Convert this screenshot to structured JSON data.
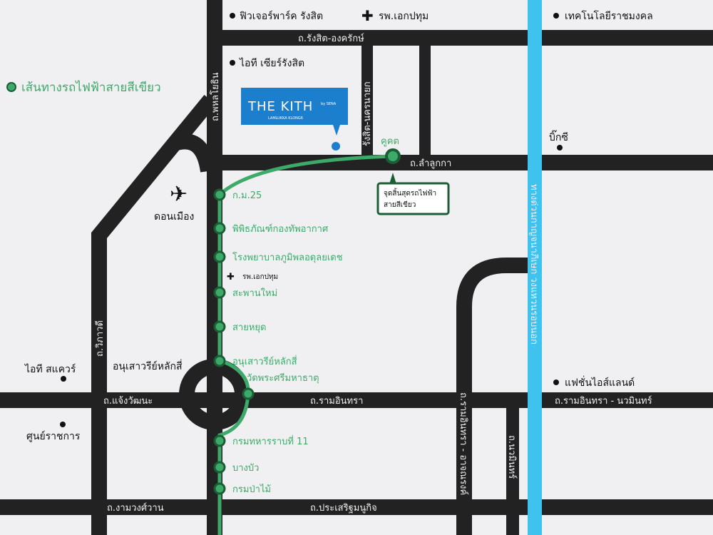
{
  "colors": {
    "background": "#f0f0f2",
    "road": "#222222",
    "expressway": "#3ec3ee",
    "green_line": "#3daa6a",
    "brand": "#1b7fce"
  },
  "legend": {
    "label": "เส้นทางรถไฟฟ้าสายสีเขียว"
  },
  "brand": {
    "logo_main": "THE KITH",
    "logo_by": "by SENA",
    "logo_sub": "LAMLUKKA KLONG6"
  },
  "roads": {
    "rangsit_ongkharak": "ถ.รังสิต-องครักษ์",
    "phahonyothin": "ถ.พหลโยธิน",
    "rangsit_nakhonnayok": "รังสิต-นครนายก",
    "lamlukka": "ถ.ลำลูกกา",
    "vibhavadi": "ถ.วิภาวดี",
    "chaengwattana": "ถ.แจ้งวัฒนะ",
    "ramintra": "ถ.รามอินทรา",
    "ramintra_nawamin": "ถ.รามอินทรา - นวมินทร์",
    "ngamwongwan": "ถ.งามวงศ์วาน",
    "prasertmanukit": "ถ.ประเสริฐมนูกิจ",
    "ramintra_artnarong": "ถ.รามอินทรา - อาจณรงค์",
    "nawamin": "ถ.นวมินทร์",
    "expressway": "ทางด่วนกาญจนาภิเษก วงแหวนรอบนอก"
  },
  "pois": {
    "future_park": "ฟิวเจอร์พาร์ค รังสิต",
    "hospital_top": "รพ.เอกปทุม",
    "it_zeer": "ไอที เซียร์รังสิต",
    "rmutt": "เทคโนโลยีราชมงคล",
    "bigc": "บิ๊กซี",
    "don_mueang": "ดอนเมือง",
    "hospital_mid": "รพ.เอกปทุม",
    "it_square": "ไอที สแควร์",
    "lak_si_monument": "อนุเสาวรีย์หลักสี่",
    "government_center": "ศูนย์ราชการ",
    "fashion_island": "แฟชั่นไอส์แลนด์"
  },
  "terminus": {
    "station": "คูคต",
    "callout": [
      "จุดสิ้นสุดรถไฟฟ้า",
      "สายสีเขียว"
    ]
  },
  "stations": [
    "ก.ม.25",
    "พิพิธภัณฑ์กองทัพอากาศ",
    "โรงพยาบาลภูมิพลอดุลยเดช",
    "สะพานใหม่",
    "สายหยุด",
    "อนุเสาวรีย์หลักสี่",
    "วัดพระศรีมหาธาตุ",
    "กรมทหารราบที่ 11",
    "บางบัว",
    "กรมป่าไม้"
  ]
}
